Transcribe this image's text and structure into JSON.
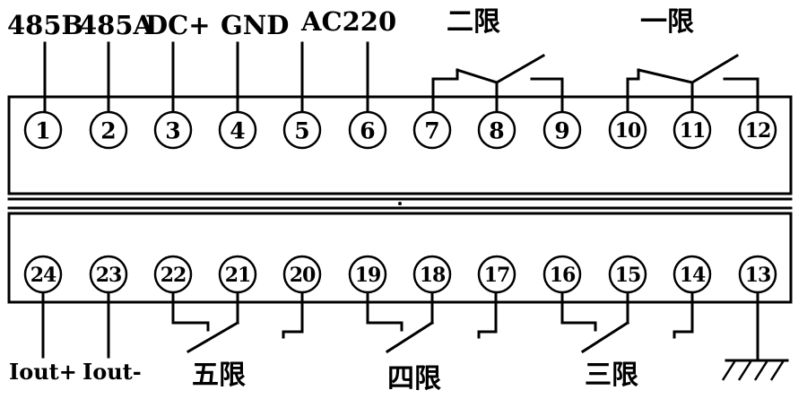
{
  "top_terminals": [
    "1",
    "2",
    "3",
    "4",
    "5",
    "6",
    "7",
    "8",
    "9",
    "10",
    "11",
    "12"
  ],
  "bottom_terminals": [
    "24",
    "23",
    "22",
    "21",
    "20",
    "19",
    "18",
    "17",
    "16",
    "15",
    "14",
    "13"
  ],
  "labels": {
    "t_485b": "485B",
    "t_485a": "485A",
    "t_dc_plus": "DC+",
    "t_gnd": "GND",
    "t_ac220": "AC220",
    "relay_2": "二限",
    "relay_1": "一限",
    "iout_plus": "Iout+",
    "iout_minus": "Iout-",
    "relay_5": "五限",
    "relay_4": "四限",
    "relay_3": "三限"
  }
}
